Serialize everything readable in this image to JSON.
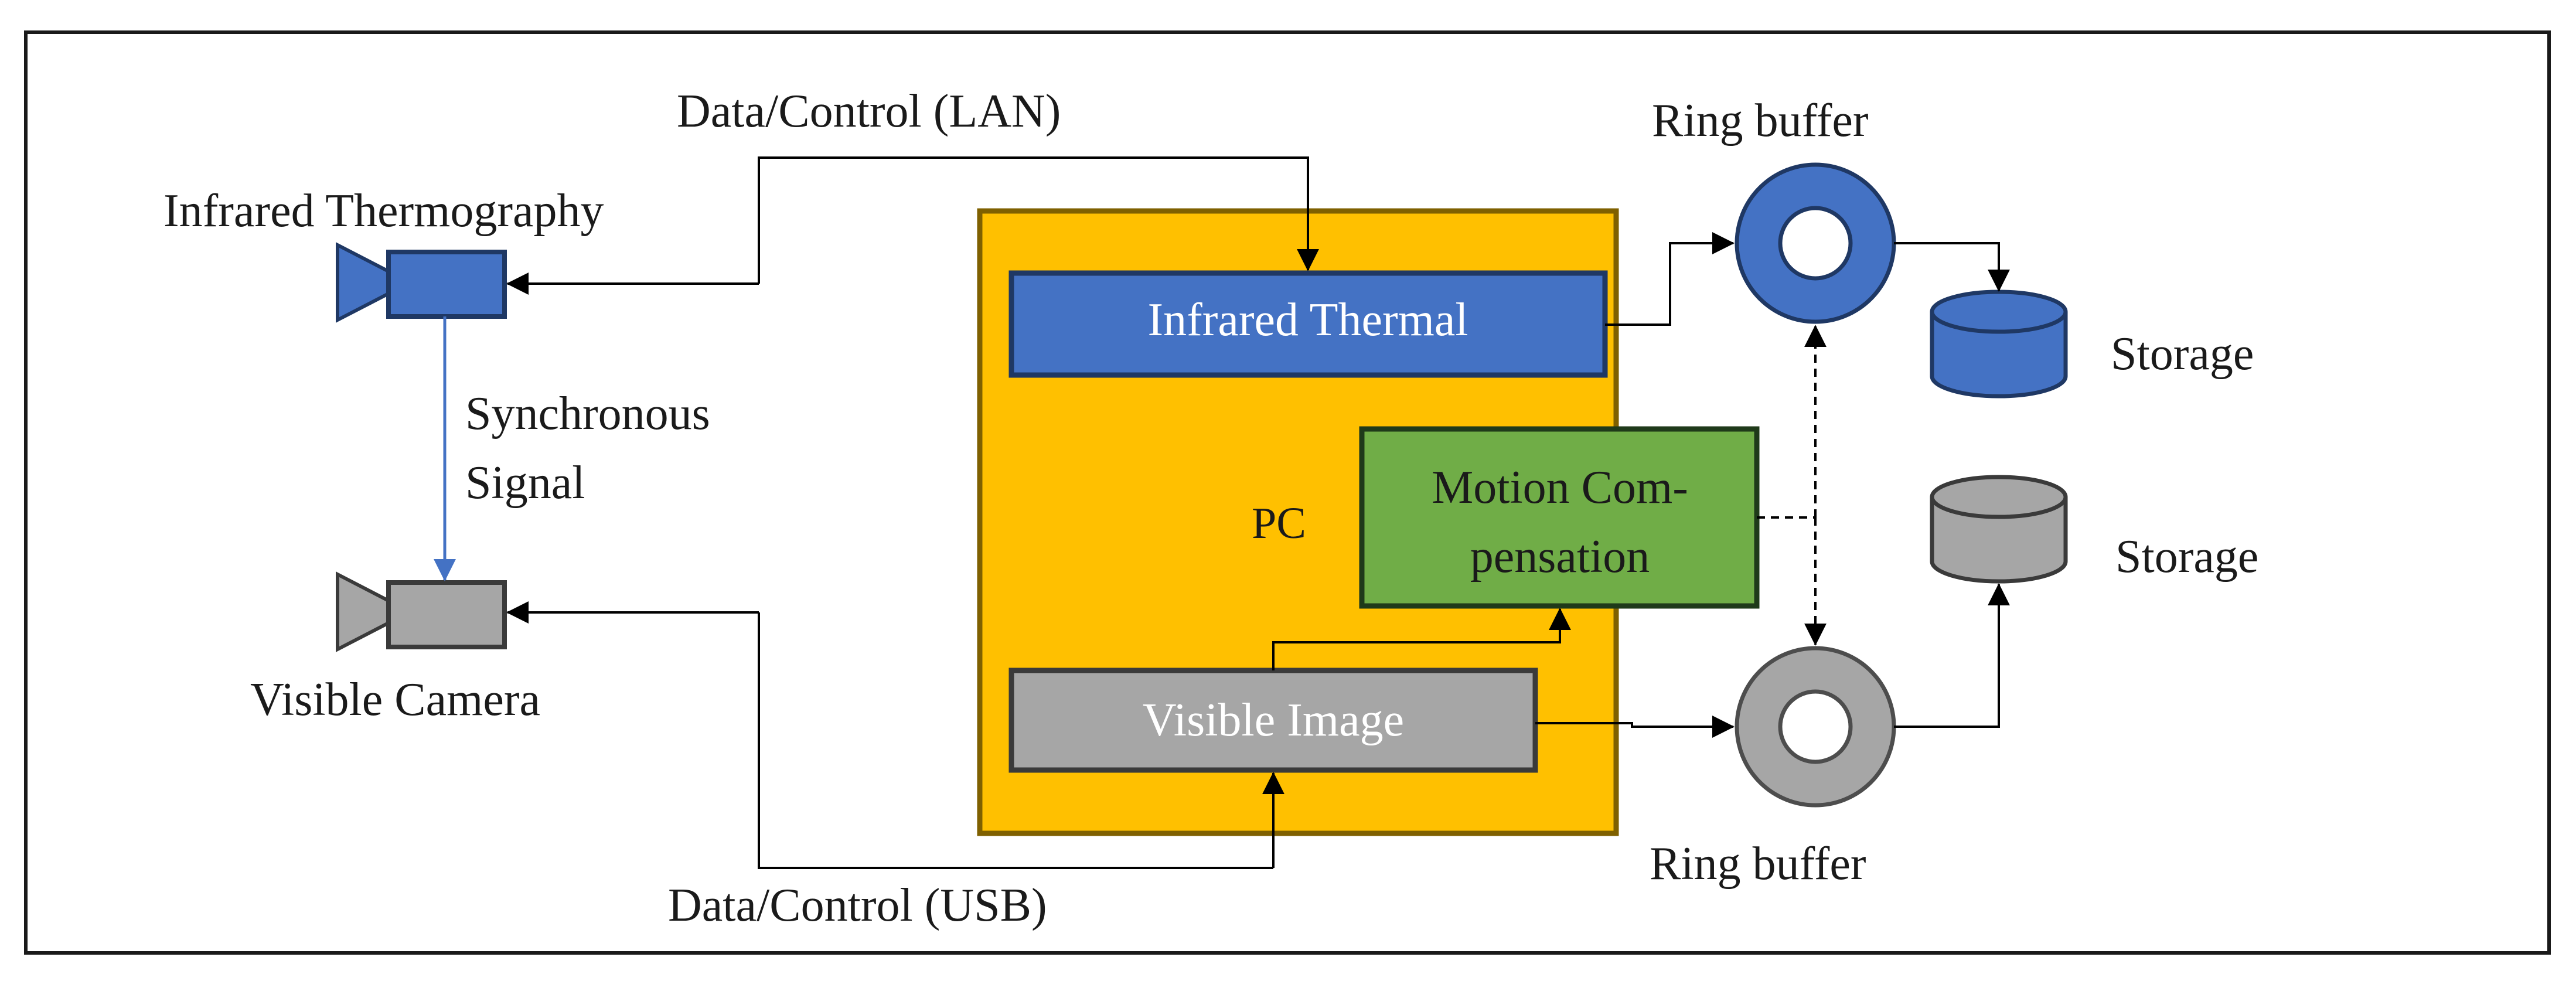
{
  "labels": {
    "lan_link": "Data/Control (LAN)",
    "usb_link": "Data/Control (USB)",
    "ir_camera": "Infrared Thermography",
    "sync_line1": "Synchronous",
    "sync_line2": "Signal",
    "visible_camera": "Visible Camera",
    "pc": "PC",
    "ring_buffer_top": "Ring buffer",
    "ring_buffer_bottom": "Ring buffer",
    "storage_top": "Storage",
    "storage_bottom": "Storage"
  },
  "boxes": {
    "infrared_thermal": "Infrared Thermal",
    "motion_line1": "Motion Com-",
    "motion_line2": "pensation",
    "visible_image": "Visible Image"
  },
  "colors": {
    "infrared_blue": "#4472c4",
    "visible_gray": "#a6a6a6",
    "pc_orange": "#ffc000",
    "motion_green": "#70ad47",
    "sync_line": "#4472c4"
  },
  "icons": [
    "camera-icon",
    "ring-buffer-icon",
    "storage-cylinder-icon"
  ]
}
